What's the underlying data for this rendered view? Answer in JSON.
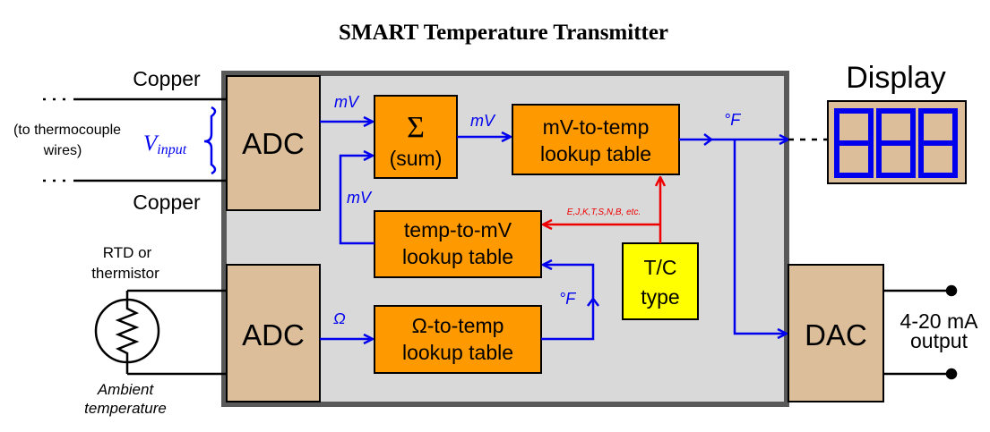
{
  "title": "SMART Temperature Transmitter",
  "inputs": {
    "thermocouple": {
      "copper_top": "Copper",
      "copper_bottom": "Copper",
      "note_line1": "(to thermocouple",
      "note_line2": "wires)",
      "v_main": "V",
      "v_sub": "input"
    },
    "rtd": {
      "label_line1": "RTD or",
      "label_line2": "thermistor",
      "caption_line1": "Ambient",
      "caption_line2": "temperature"
    }
  },
  "blocks": {
    "adc_top": "ADC",
    "adc_bottom": "ADC",
    "sum_symbol": "Σ",
    "sum_label": "(sum)",
    "mv_to_temp_line1": "mV-to-temp",
    "mv_to_temp_line2": "lookup table",
    "temp_to_mv_line1": "temp-to-mV",
    "temp_to_mv_line2": "lookup table",
    "ohm_to_temp_line1": "Ω-to-temp",
    "ohm_to_temp_line2": "lookup table",
    "tc_type_line1": "T/C",
    "tc_type_line2": "type",
    "dac": "DAC"
  },
  "signals": {
    "mv_adc": "mV",
    "mv_sum": "mV",
    "mv_feedback": "mV",
    "degf_out": "°F",
    "degf_ohm": "°F",
    "ohm": "Ω",
    "tc_types": "E,J,K,T,S,N,B, etc."
  },
  "display": {
    "label": "Display",
    "digits": "888"
  },
  "output": {
    "line1": "4-20 mA",
    "line2": "output"
  },
  "colors": {
    "housing_fill": "#d9d9d9",
    "housing_stroke": "#595959",
    "converter_fill": "#dcbf9a",
    "lookup_fill": "#ff9900",
    "tc_type_fill": "#ffff00",
    "signal_blue": "#0000ee",
    "signal_red": "#ee0000",
    "wire": "#000000"
  }
}
